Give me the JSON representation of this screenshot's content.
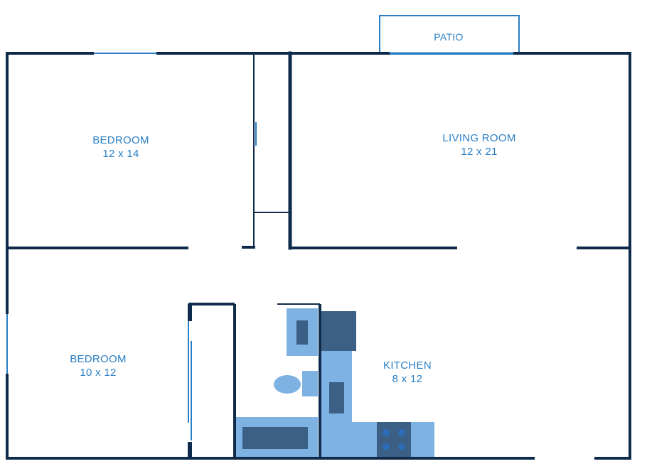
{
  "floorplan": {
    "rooms": [
      {
        "id": "bedroom-1",
        "name": "BEDROOM",
        "size": "12 x 14"
      },
      {
        "id": "living-room",
        "name": "LIVING ROOM",
        "size": "12 x 21"
      },
      {
        "id": "bedroom-2",
        "name": "BEDROOM",
        "size": "10 x 12"
      },
      {
        "id": "kitchen",
        "name": "KITCHEN",
        "size": "8 x 12"
      }
    ],
    "patio": {
      "name": "PATIO"
    }
  },
  "colors": {
    "wall": "#0f2b4b",
    "accent": "#2a7fc4",
    "fixture_light": "#7eb2e2",
    "fixture_dark": "#3c5f86",
    "burner": "#2d6db5"
  }
}
